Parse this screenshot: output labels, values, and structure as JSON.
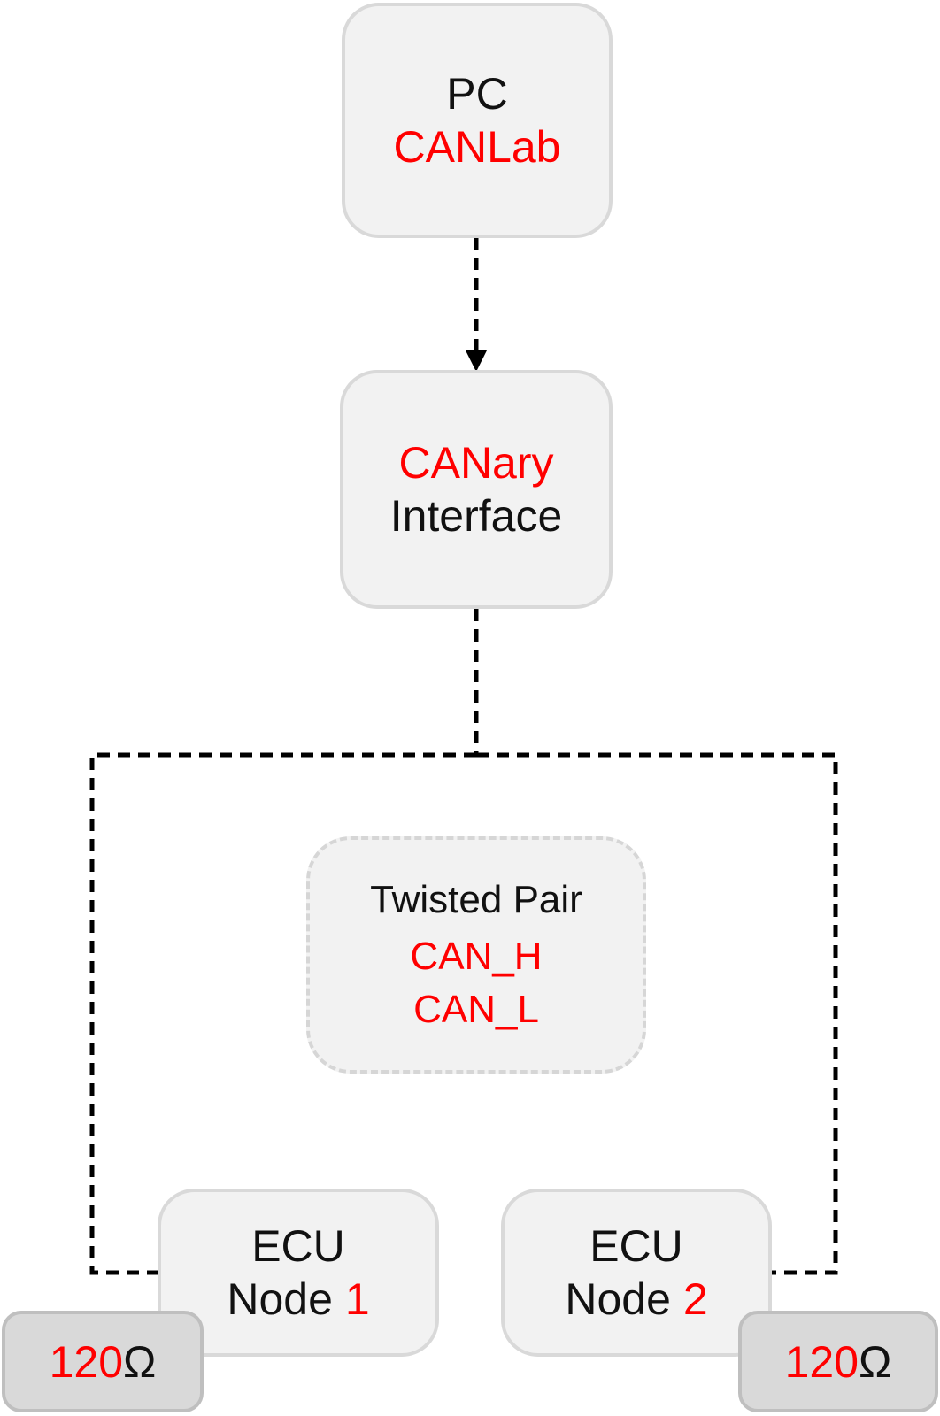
{
  "colors": {
    "accent": "#ff0000",
    "text": "#111111",
    "box_fill": "#f2f2f2",
    "box_border": "#d9d9d9",
    "resistor_fill": "#d9d9d9",
    "wire": "#000000"
  },
  "pc_box": {
    "line1": "PC",
    "line2": "CANLab"
  },
  "interface_box": {
    "line1": "CANary",
    "line2": "Interface"
  },
  "twisted_pair_box": {
    "title": "Twisted Pair",
    "line1": "CAN_H",
    "line2": "CAN_L"
  },
  "ecu1": {
    "line1": "ECU",
    "node_label": "Node ",
    "node_number": "1"
  },
  "ecu2": {
    "line1": "ECU",
    "node_label": "Node ",
    "node_number": "2"
  },
  "resistor1": {
    "value": "120",
    "unit": "Ω"
  },
  "resistor2": {
    "value": "120",
    "unit": "Ω"
  }
}
